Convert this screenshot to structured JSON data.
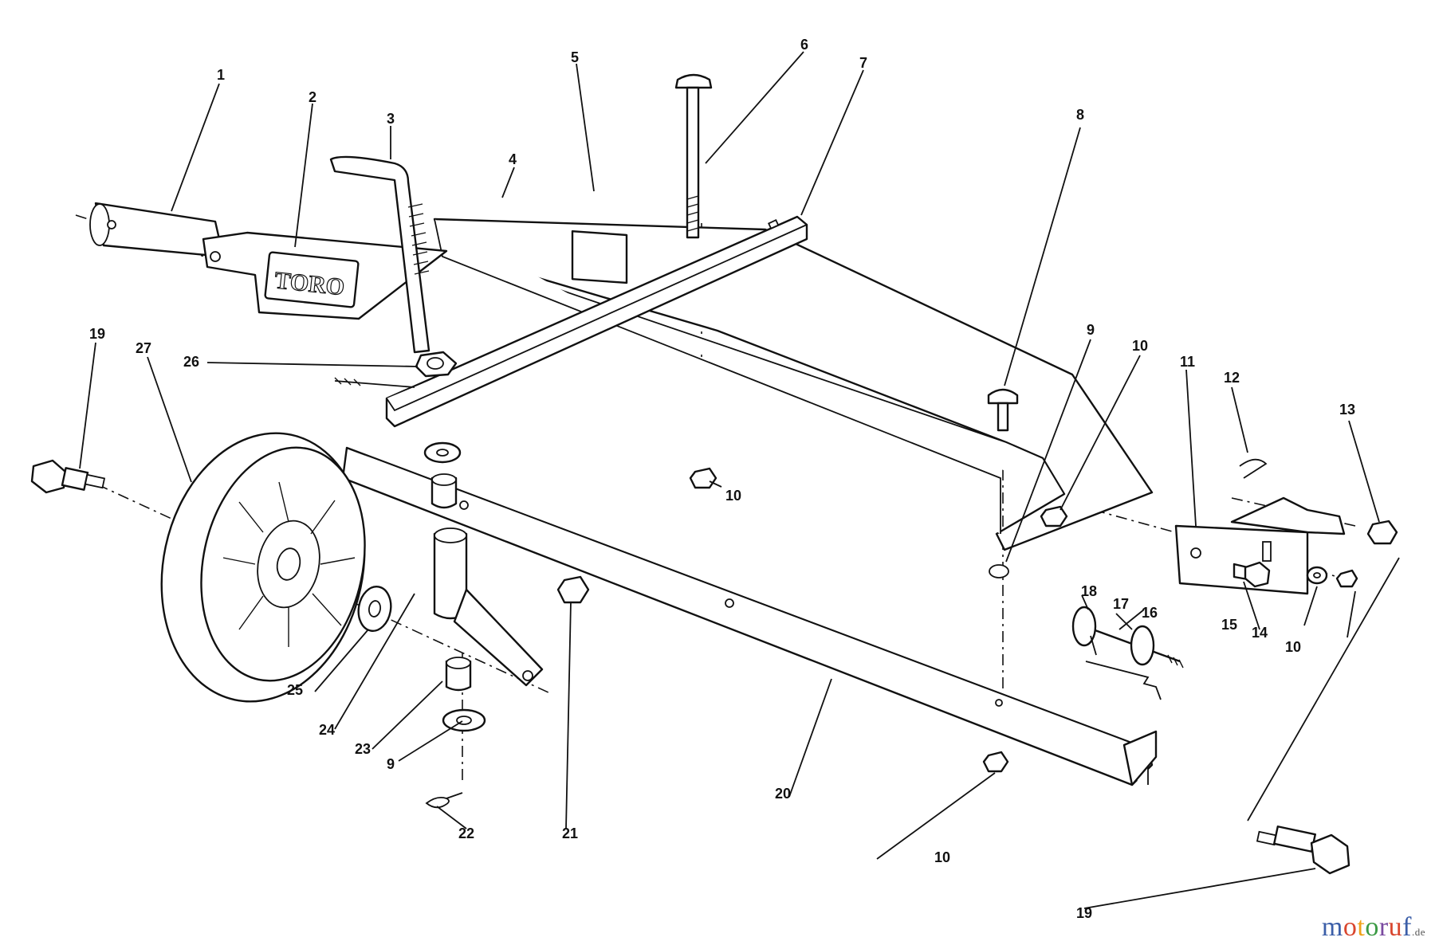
{
  "diagram": {
    "brand_logo": "TORO",
    "callouts": [
      {
        "id": "c1",
        "text": "1"
      },
      {
        "id": "c2",
        "text": "2"
      },
      {
        "id": "c3",
        "text": "3"
      },
      {
        "id": "c4",
        "text": "4"
      },
      {
        "id": "c5",
        "text": "5"
      },
      {
        "id": "c6",
        "text": "6"
      },
      {
        "id": "c7",
        "text": "7"
      },
      {
        "id": "c8",
        "text": "8"
      },
      {
        "id": "c9a",
        "text": "9"
      },
      {
        "id": "c9b",
        "text": "9"
      },
      {
        "id": "c10a",
        "text": "10"
      },
      {
        "id": "c10b",
        "text": "10"
      },
      {
        "id": "c10c",
        "text": "10"
      },
      {
        "id": "c10d",
        "text": "10"
      },
      {
        "id": "c11",
        "text": "11"
      },
      {
        "id": "c12",
        "text": "12"
      },
      {
        "id": "c13",
        "text": "13"
      },
      {
        "id": "c14",
        "text": "14"
      },
      {
        "id": "c15",
        "text": "15"
      },
      {
        "id": "c16",
        "text": "16"
      },
      {
        "id": "c17",
        "text": "17"
      },
      {
        "id": "c18",
        "text": "18"
      },
      {
        "id": "c19a",
        "text": "19"
      },
      {
        "id": "c19b",
        "text": "19"
      },
      {
        "id": "c20",
        "text": "20"
      },
      {
        "id": "c21",
        "text": "21"
      },
      {
        "id": "c22",
        "text": "22"
      },
      {
        "id": "c23",
        "text": "23"
      },
      {
        "id": "c24",
        "text": "24"
      },
      {
        "id": "c25",
        "text": "25"
      },
      {
        "id": "c26",
        "text": "26"
      },
      {
        "id": "c27",
        "text": "27"
      }
    ]
  },
  "watermark": {
    "brand": "motoruf",
    "suffix": ".de",
    "colors": [
      "#3b5ea8",
      "#d9462e",
      "#f0a21a",
      "#3b9a44",
      "#7a4aa0",
      "#d9462e",
      "#3b5ea8"
    ]
  }
}
